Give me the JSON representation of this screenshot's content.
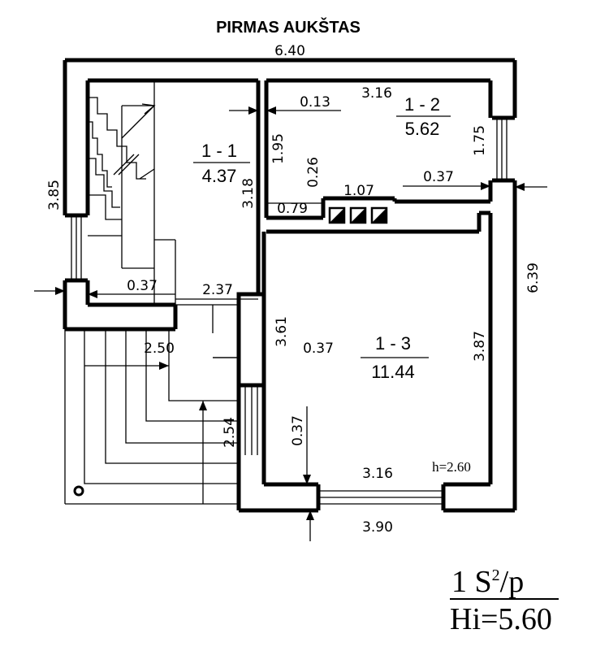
{
  "title": "PIRMAS AUKŠTAS",
  "dimensions": {
    "overall_width": "6.40",
    "overall_height_left": "3.85",
    "overall_height_right": "6.39",
    "bottom_width": "3.90",
    "d_013": "0.13",
    "d_316_top": "3.16",
    "d_195": "1.95",
    "d_026": "0.26",
    "d_318": "3.18",
    "d_079": "0.79",
    "d_107": "1.07",
    "d_037_r12": "0.37",
    "d_175": "1.75",
    "d_037_left": "0.37",
    "d_237": "2.37",
    "d_361": "3.61",
    "d_037_mid": "0.37",
    "d_387": "3.87",
    "d_250": "2.50",
    "d_254": "2.54",
    "d_037_low": "0.37",
    "d_316_bottom": "3.16"
  },
  "rooms": [
    {
      "id": "1 - 1",
      "area": "4.37"
    },
    {
      "id": "1 - 2",
      "area": "5.62"
    },
    {
      "id": "1 - 3",
      "area": "11.44"
    }
  ],
  "height_note": "h=2.60",
  "legend": {
    "numerator_prefix": "1  S",
    "superscript": "2",
    "numerator_suffix": "/p",
    "denominator": "Hi=5.60"
  }
}
